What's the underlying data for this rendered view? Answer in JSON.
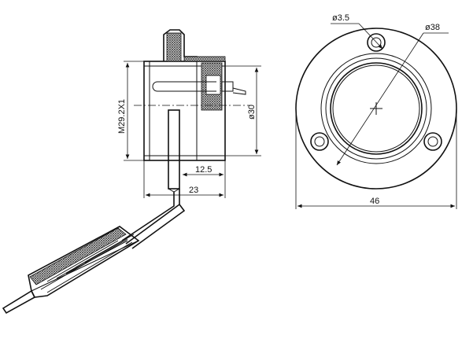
{
  "dimensions": {
    "hole_diameter": "ø3.5",
    "flange_diameter": "ø38",
    "body_diameter": "ø30",
    "thread": "M29.2X1",
    "inner_length": "12.5",
    "overall_length": "23",
    "flange_width": "46"
  },
  "colors": {
    "line": "#111111",
    "hatch": "#444444",
    "background": "#ffffff"
  }
}
